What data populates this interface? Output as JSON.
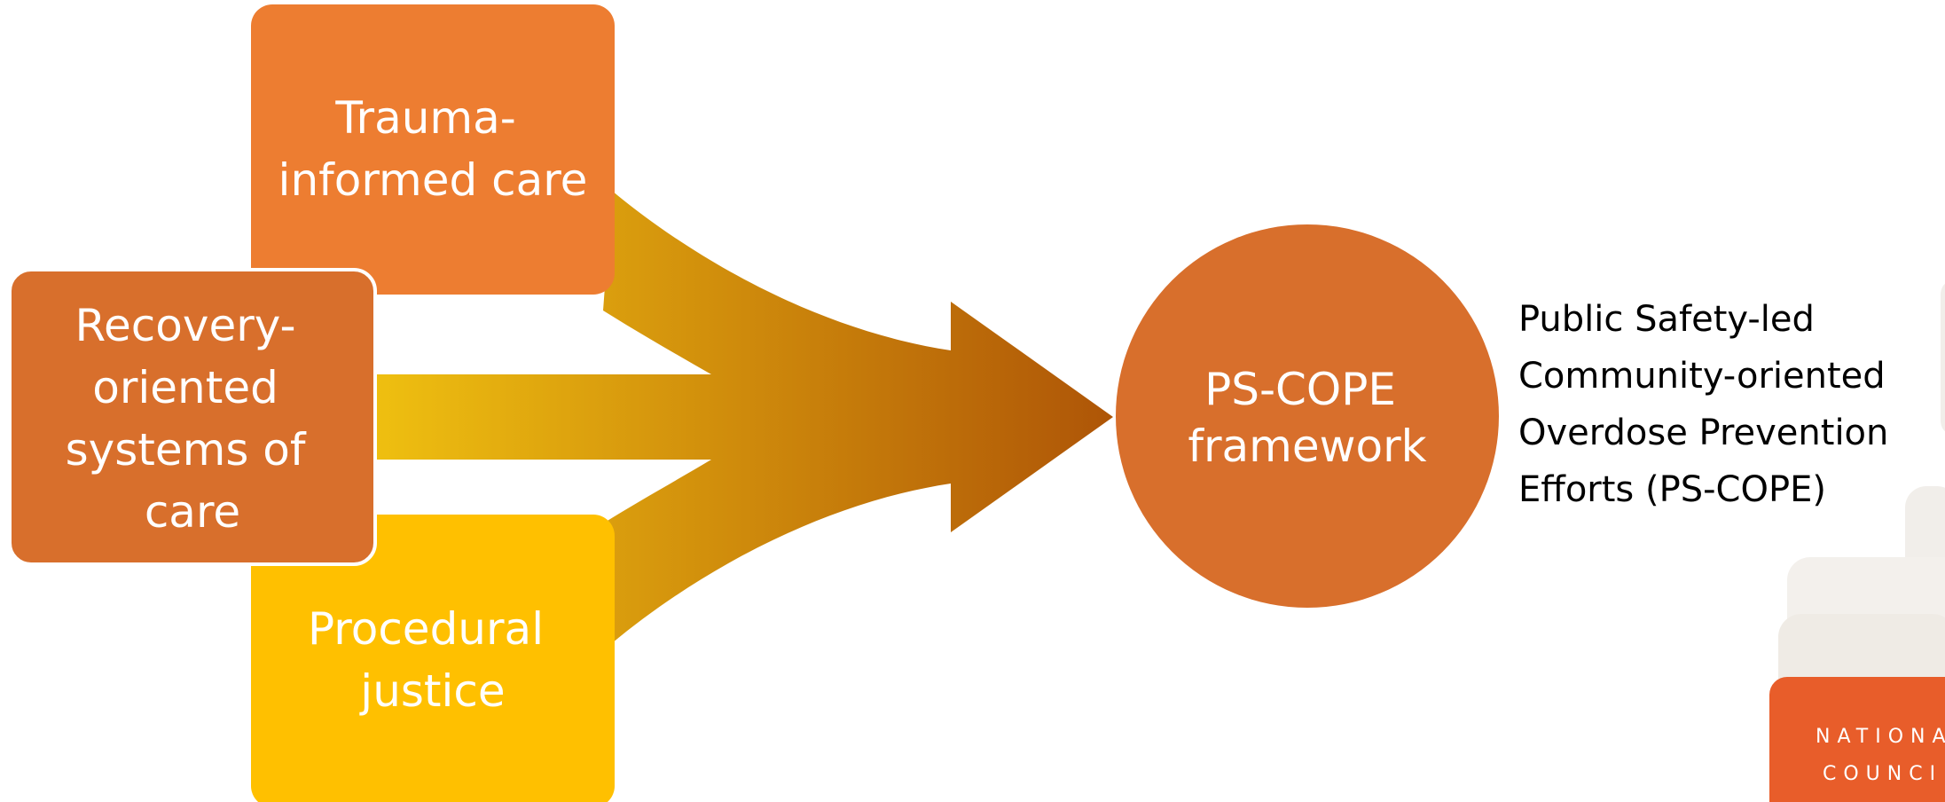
{
  "inputs": [
    {
      "label_lines": [
        "Trauma-",
        "informed care"
      ],
      "color": "#ED7D31"
    },
    {
      "label_lines": [
        "Recovery-",
        "oriented",
        "systems of",
        "care"
      ],
      "color": "#D86F2C"
    },
    {
      "label_lines": [
        "Procedural",
        "justice"
      ],
      "color": "#FFC000"
    }
  ],
  "output": {
    "label_lines": [
      "PS-COPE",
      "framework"
    ],
    "color": "#D86F2C"
  },
  "description_lines": [
    "Public Safety-led",
    "Community-oriented",
    "Overdose Prevention",
    "Efforts (PS-COPE)"
  ],
  "logo": {
    "line1": "NATIONA",
    "line2": "COUNCI",
    "color": "#E85D2A"
  },
  "colors": {
    "arrow_start": "#F2C511",
    "arrow_end": "#AE5507"
  }
}
